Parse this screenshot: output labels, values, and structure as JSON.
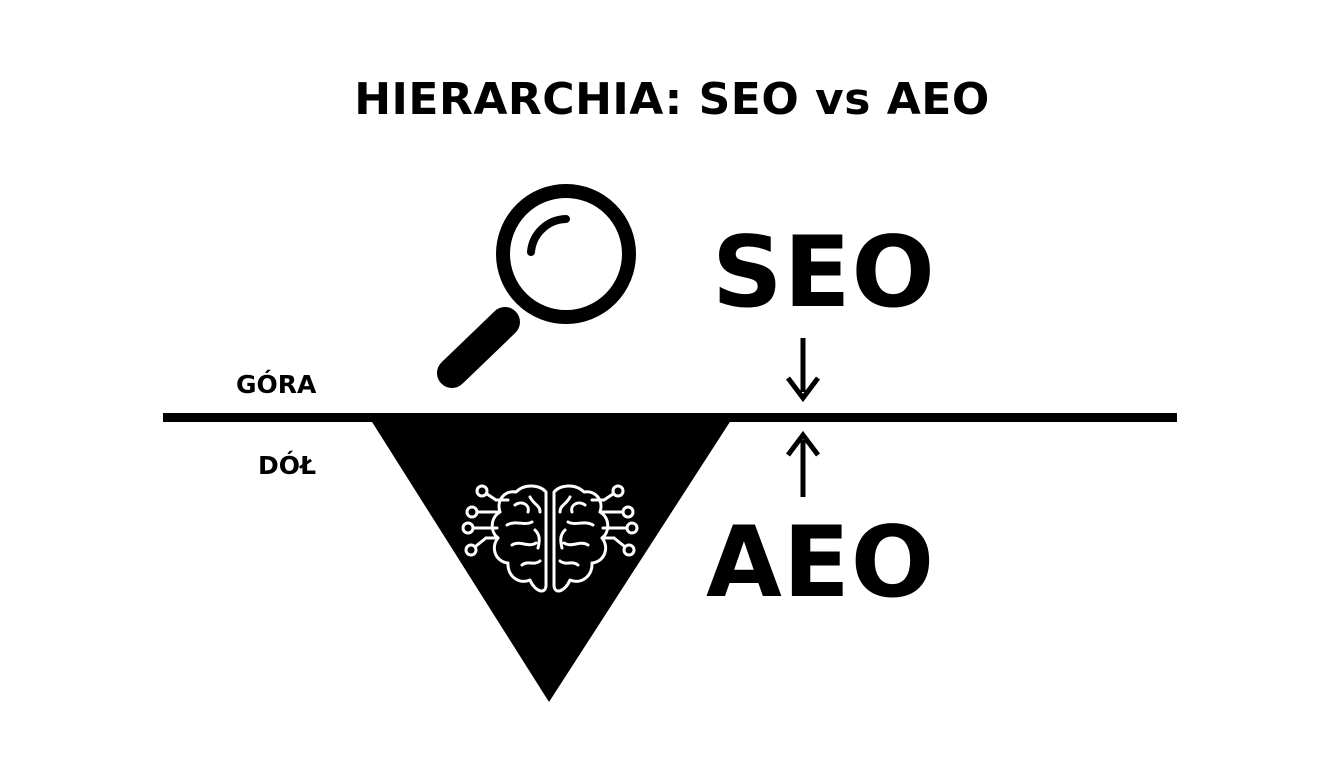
{
  "title": "HIERARCHIA: SEO vs AEO",
  "labels": {
    "top": "GÓRA",
    "bottom": "DÓŁ"
  },
  "terms": {
    "upper": "SEO",
    "lower": "AEO"
  },
  "icons": {
    "upper": "magnifying-glass-icon",
    "lower": "brain-circuit-icon"
  },
  "colors": {
    "foreground": "#000000",
    "background": "#ffffff"
  }
}
